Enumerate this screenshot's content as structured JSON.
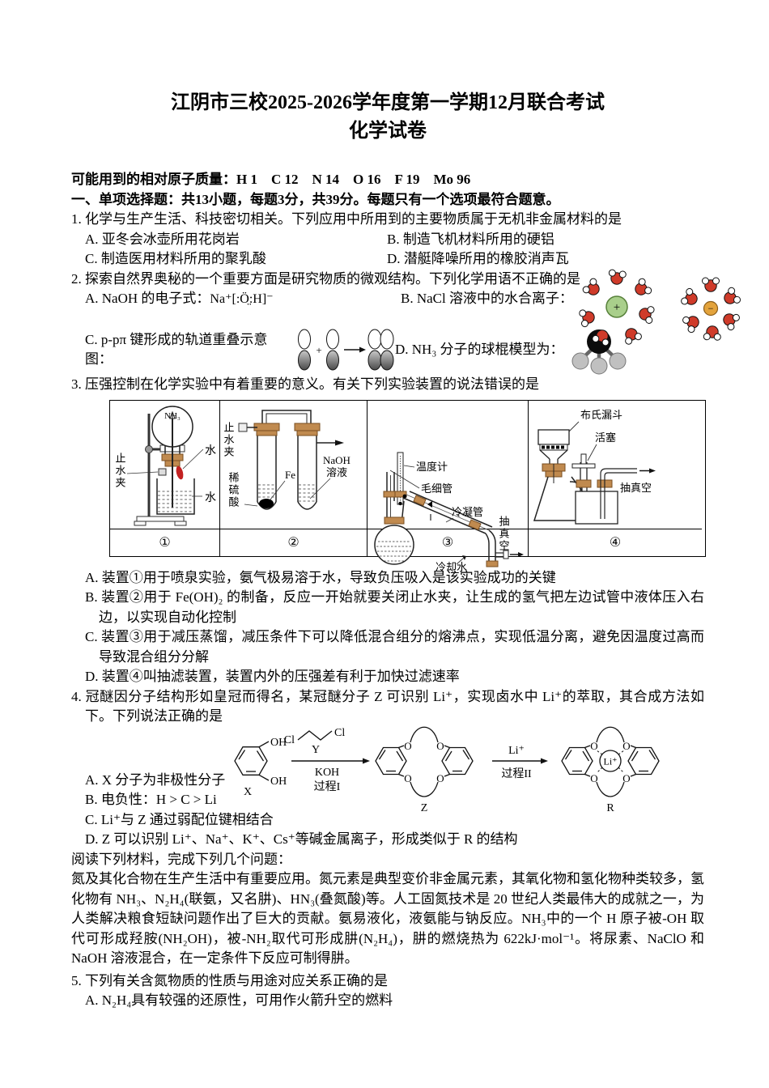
{
  "header": {
    "title": "江阴市三校2025-2026学年度第一学期12月联合考试",
    "subtitle": "化学试卷"
  },
  "preamble": {
    "masses": "可能用到的相对原子质量：H 1　C 12　N 14　O 16　F 19　Mo 96",
    "section": "一、单项选择题：共13小题，每题3分，共39分。每题只有一个选项最符合题意。"
  },
  "q1": {
    "stem": "1. 化学与生产生活、科技密切相关。下列应用中所用到的主要物质属于无机非金属材料的是",
    "a": "A. 亚冬会冰壶所用花岗岩",
    "b": "B. 制造飞机材料所用的硬铝",
    "c": "C. 制造医用材料所用的聚乳酸",
    "d": "D. 潜艇降噪所用的橡胶消声瓦"
  },
  "q2": {
    "stem": "2. 探索自然界奥秘的一个重要方面是研究物质的微观结构。下列化学用语不正确的是",
    "a_label": "A. NaOH 的电子式：",
    "a_formula": "Na⁺[:Ö̤:H]⁻",
    "b_label": "B. NaCl 溶液中的水合离子：",
    "c_label": "C. p-pπ 键形成的轨道重叠示意图：",
    "d_label": "D. NH₃ 分子的球棍模型为：",
    "plus_sign": "+",
    "minus_sign": "−",
    "orbital_plus": "+"
  },
  "q3": {
    "stem": "3. 压强控制在化学实验中有着重要的意义。有关下列实验装置的说法错误的是",
    "captions": [
      "①",
      "②",
      "③",
      "④"
    ],
    "d1": {
      "gas": "NH₃",
      "clamp": "止水夹",
      "water1": "水",
      "water2": "水"
    },
    "d2": {
      "clamp": "止水夹",
      "acid": "稀硫酸",
      "fe": "Fe",
      "naoh1": "NaOH",
      "naoh2": "溶液"
    },
    "d3": {
      "thermo": "温度计",
      "capillary": "毛细管",
      "condenser": "冷凝管",
      "vacuum": "抽真空",
      "cooling": "冷却水"
    },
    "d4": {
      "funnel": "布氏漏斗",
      "plug": "活塞",
      "vacuum": "抽真空"
    },
    "a": "A. 装置①用于喷泉实验，氨气极易溶于水，导致负压吸入是该实验成功的关键",
    "b": "B. 装置②用于 Fe(OH)₂ 的制备，反应一开始就要关闭止水夹，让生成的氢气把左边试管中液体压入右边，以实现自动化控制",
    "c": "C. 装置③用于减压蒸馏，减压条件下可以降低混合组分的熔沸点，实现低温分离，避免因温度过高而导致混合组分分解",
    "d": "D. 装置④叫抽滤装置，装置内外的压强差有利于加快过滤速率"
  },
  "q4": {
    "stem": "4. 冠醚因分子结构形如皇冠而得名，某冠醚分子 Z 可识别 Li⁺，实现卤水中 Li⁺的萃取，其合成方法如下。下列说法正确的是",
    "scheme": {
      "oh_top": "OH",
      "oh_bottom": "OH",
      "x": "X",
      "cl_left": "Cl",
      "cl_right": "Cl",
      "y": "Y",
      "koh": "KOH",
      "step1": "过程I",
      "o1": "O",
      "o2": "O",
      "o3": "O",
      "o4": "O",
      "z": "Z",
      "li_arrow": "Li⁺",
      "step2": "过程II",
      "o5": "O",
      "o6": "O",
      "o7": "O",
      "o8": "O",
      "li_center": "Li⁺",
      "r": "R"
    },
    "a": "A. X 分子为非极性分子",
    "b": "B. 电负性：H > C > Li",
    "c": "C. Li⁺与 Z 通过弱配位键相结合",
    "d": "D. Z 可以识别 Li⁺、Na⁺、K⁺、Cs⁺等碱金属离子，形成类似于 R 的结构"
  },
  "material": {
    "intro": "阅读下列材料，完成下列几个问题：",
    "body": "氮及其化合物在生产生活中有重要应用。氮元素是典型变价非金属元素，其氧化物和氢化物种类较多，氢化物有 NH₃、N₂H₄(联氨，又名肼)、HN₃(叠氮酸)等。人工固氮技术是 20 世纪人类最伟大的成就之一，为人类解决粮食短缺问题作出了巨大的贡献。氨易液化，液氨能与钠反应。NH₃中的一个 H 原子被-OH 取代可形成羟胺(NH₂OH)，被-NH₂取代可形成肼(N₂H₄)，肼的燃烧热为 622kJ·mol⁻¹。将尿素、NaClO 和 NaOH 溶液混合，在一定条件下反应可制得肼。"
  },
  "q5": {
    "stem": "5. 下列有关含氮物质的性质与用途对应关系正确的是",
    "a": "A. N₂H₄具有较强的还原性，可用作火箭升空的燃料"
  },
  "colors": {
    "stopper": "#c08a4f",
    "dropper_red": "#c32222",
    "cation_green": "#a9cf8b",
    "anion_orange": "#e3a33c",
    "water_red": "#cf3b2a"
  }
}
